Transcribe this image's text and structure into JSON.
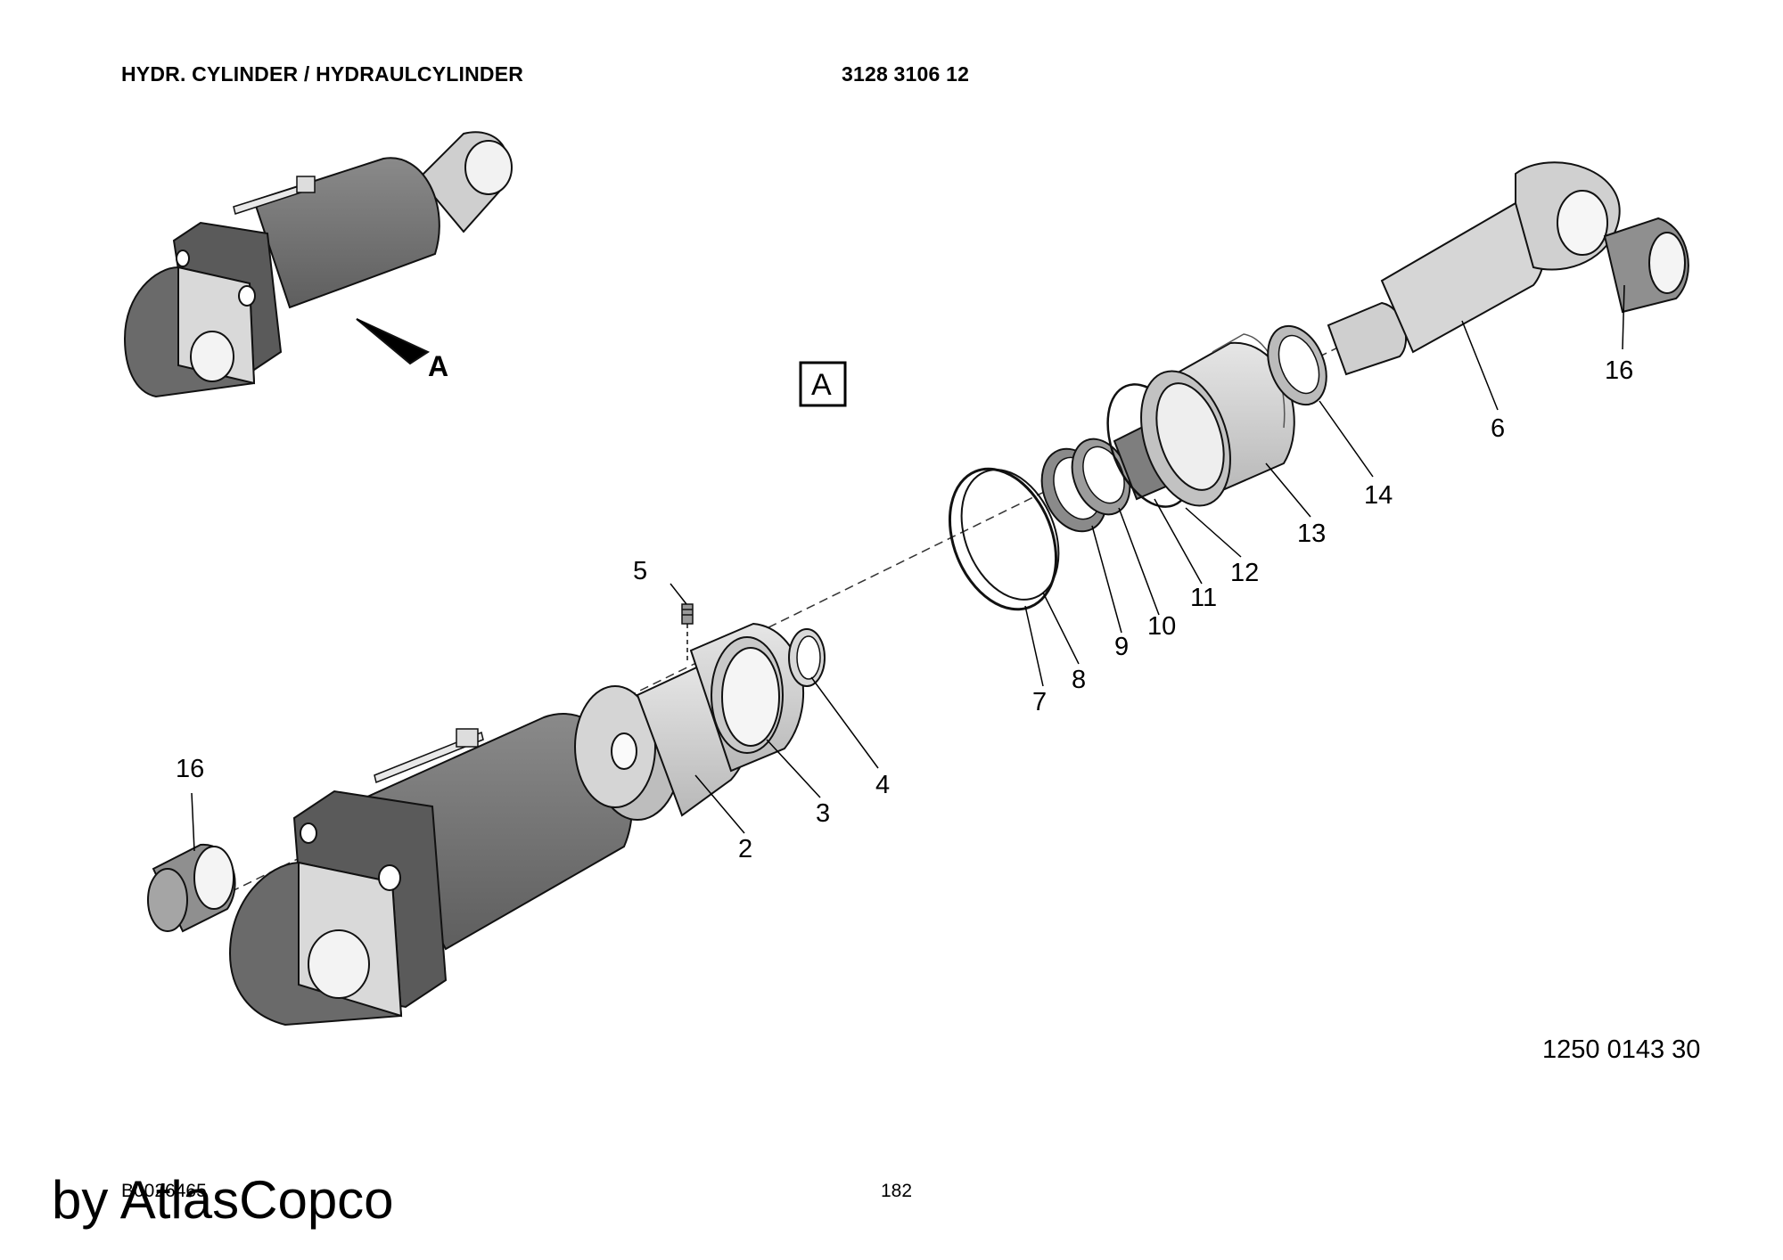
{
  "header": {
    "title": "HYDR. CYLINDER / HYDRAULCYLINDER",
    "part_number": "3128 3106 12"
  },
  "view": {
    "arrow_label": "A",
    "box_label": "A"
  },
  "callouts": [
    "2",
    "3",
    "4",
    "5",
    "6",
    "7",
    "8",
    "9",
    "10",
    "11",
    "12",
    "13",
    "14",
    "16",
    "16"
  ],
  "footer": {
    "drawing_number": "1250 0143 30",
    "page_number": "182",
    "doc_ref": "B0026465",
    "watermark": "by AtlasCopco"
  }
}
